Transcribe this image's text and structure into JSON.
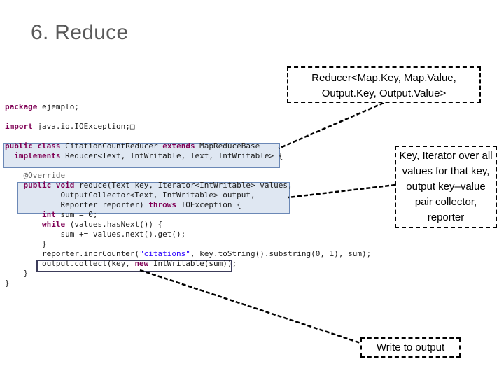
{
  "slide": {
    "title": "6. Reduce"
  },
  "code": {
    "lines": [
      {
        "p": [
          {
            "t": "package",
            "c": "kw"
          },
          {
            "t": " ejemplo;"
          }
        ]
      },
      {
        "p": []
      },
      {
        "p": [
          {
            "t": "import",
            "c": "kw"
          },
          {
            "t": " java.io.IOException;"
          },
          {
            "t": "□"
          }
        ]
      },
      {
        "p": []
      },
      {
        "p": [
          {
            "t": "public",
            "c": "kw"
          },
          {
            "t": " "
          },
          {
            "t": "class",
            "c": "kw"
          },
          {
            "t": " CitationCountReducer "
          },
          {
            "t": "extends",
            "c": "kw"
          },
          {
            "t": " MapReduceBase"
          }
        ]
      },
      {
        "p": [
          {
            "t": "  "
          },
          {
            "t": "implements",
            "c": "kw"
          },
          {
            "t": " Reducer<Text, IntWritable, Text, IntWritable> {"
          }
        ]
      },
      {
        "p": []
      },
      {
        "p": [
          {
            "t": "    "
          },
          {
            "t": "@Override",
            "c": "ann"
          }
        ]
      },
      {
        "p": [
          {
            "t": "    "
          },
          {
            "t": "public",
            "c": "kw"
          },
          {
            "t": " "
          },
          {
            "t": "void",
            "c": "kw"
          },
          {
            "t": " reduce(Text key, Iterator<IntWritable> values,"
          }
        ]
      },
      {
        "p": [
          {
            "t": "            OutputCollector<Text, IntWritable> output,"
          }
        ]
      },
      {
        "p": [
          {
            "t": "            Reporter reporter) "
          },
          {
            "t": "throws",
            "c": "kw"
          },
          {
            "t": " IOException {"
          }
        ]
      },
      {
        "p": [
          {
            "t": "        "
          },
          {
            "t": "int",
            "c": "kw"
          },
          {
            "t": " sum = 0;"
          }
        ]
      },
      {
        "p": [
          {
            "t": "        "
          },
          {
            "t": "while",
            "c": "kw"
          },
          {
            "t": " (values.hasNext()) {"
          }
        ]
      },
      {
        "p": [
          {
            "t": "            sum += values.next().get();"
          }
        ]
      },
      {
        "p": [
          {
            "t": "        }"
          }
        ]
      },
      {
        "p": [
          {
            "t": "        reporter.incrCounter("
          },
          {
            "t": "\"citations\"",
            "c": "str"
          },
          {
            "t": ", key.toString().substring(0, 1), sum);"
          }
        ]
      },
      {
        "p": [
          {
            "t": "        output.collect(key, "
          },
          {
            "t": "new",
            "c": "kw"
          },
          {
            "t": " IntWritable(sum));"
          }
        ]
      },
      {
        "p": [
          {
            "t": "    }"
          }
        ]
      },
      {
        "p": [
          {
            "t": "}"
          }
        ]
      }
    ]
  },
  "callouts": {
    "reducer_signature": "Reducer<Map.Key, Map.Value, Output.Key, Output.Value>",
    "reduce_params": "Key, Iterator over all values for that key, output key–value pair collector, reporter",
    "write_output": "Write to output"
  },
  "colors": {
    "highlight_fill": "#c4d3e8",
    "highlight_border": "#6b88b6",
    "code_keyword": "#7f0055",
    "code_string": "#2a00ff",
    "title_text": "#595959"
  }
}
